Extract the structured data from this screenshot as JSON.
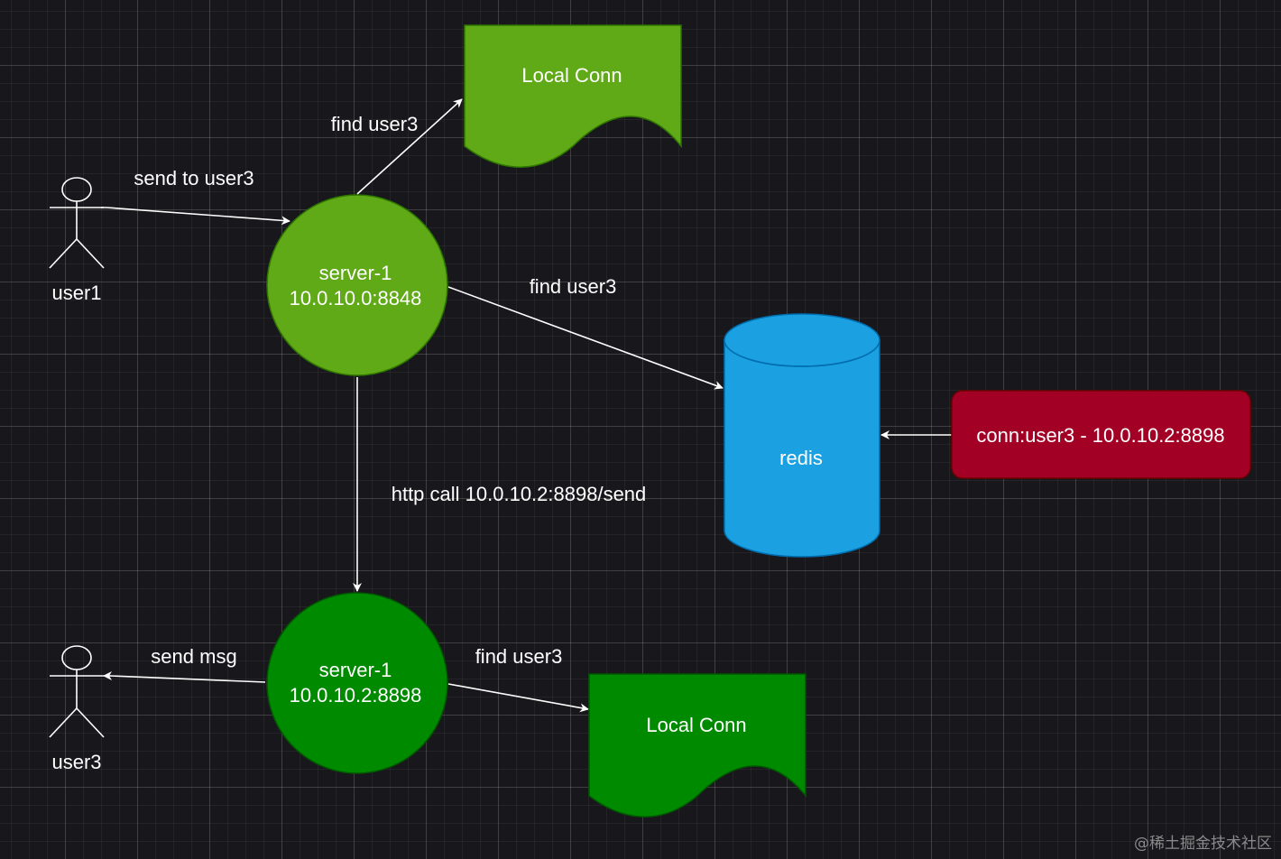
{
  "actors": {
    "sender": {
      "label": "user1"
    },
    "receiver": {
      "label": "user3"
    }
  },
  "servers": {
    "server_a": {
      "name": "server-1",
      "address": "10.0.10.0:8848",
      "color": "#60a917"
    },
    "server_b": {
      "name": "server-1",
      "address": "10.0.10.2:8898",
      "color": "#008a00"
    }
  },
  "documents": {
    "local_conn_a": {
      "label": "Local Conn",
      "color": "#60a917"
    },
    "local_conn_b": {
      "label": "Local Conn",
      "color": "#008a00"
    }
  },
  "database": {
    "label": "redis",
    "color": "#1ba1e2"
  },
  "record": {
    "label": "conn:user3 - 10.0.10.2:8898",
    "color": "#a20025"
  },
  "edges": {
    "user1_to_server_a": "send to user3",
    "server_a_to_local_conn_a": "find user3",
    "server_a_to_redis": "find user3",
    "server_a_to_server_b": "http call 10.0.10.2:8898/send",
    "server_b_to_user3": "send msg",
    "server_b_to_local_conn_b": "find user3"
  },
  "watermark": "@稀土掘金技术社区"
}
